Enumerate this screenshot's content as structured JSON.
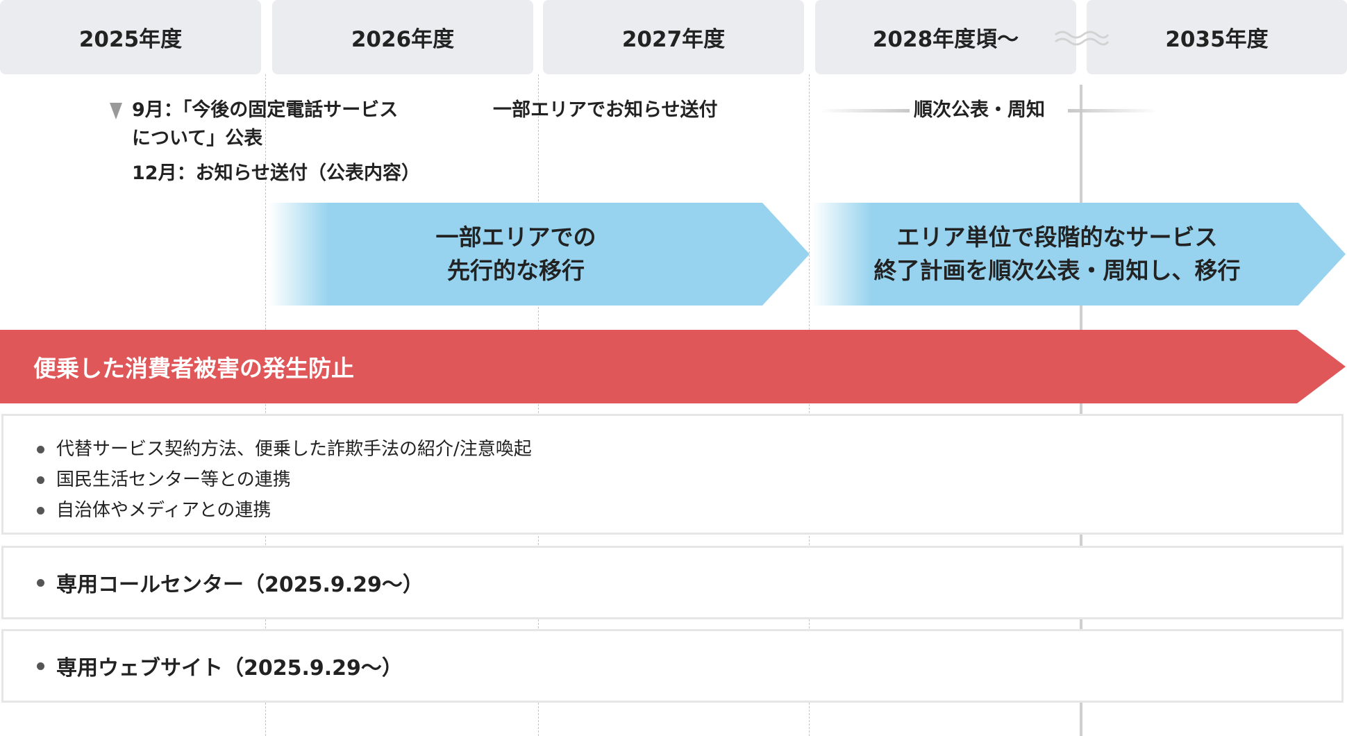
{
  "years": [
    "2025年度",
    "2026年度",
    "2027年度",
    "2028年度頃～",
    "2035年度"
  ],
  "notes": {
    "sept_line1": "9月：「今後の固定電話サービス",
    "sept_line2": "について」公表",
    "dec": "12月：お知らせ送付（公表内容）",
    "partial_notice": "一部エリアでお知らせ送付",
    "sequential_notice": "順次公表・周知"
  },
  "arrows": {
    "phase1_line1": "一部エリアでの",
    "phase1_line2": "先行的な移行",
    "phase2_line1": "エリア単位で段階的なサービス",
    "phase2_line2": "終了計画を順次公表・周知し、移行",
    "red_banner": "便乗した消費者被害の発生防止"
  },
  "measures": [
    "代替サービス契約方法、便乗した詐欺手法の紹介/注意喚起",
    "国民生活センター等との連携",
    "自治体やメディアとの連携"
  ],
  "call_center": "専用コールセンター（2025.9.29～）",
  "website": "専用ウェブサイト（2025.9.29～）",
  "colors": {
    "header_bg": "#ebecef",
    "arrow_blue": "#97d3ee",
    "banner_red": "#e05759",
    "box_border": "#e6e6e6"
  }
}
